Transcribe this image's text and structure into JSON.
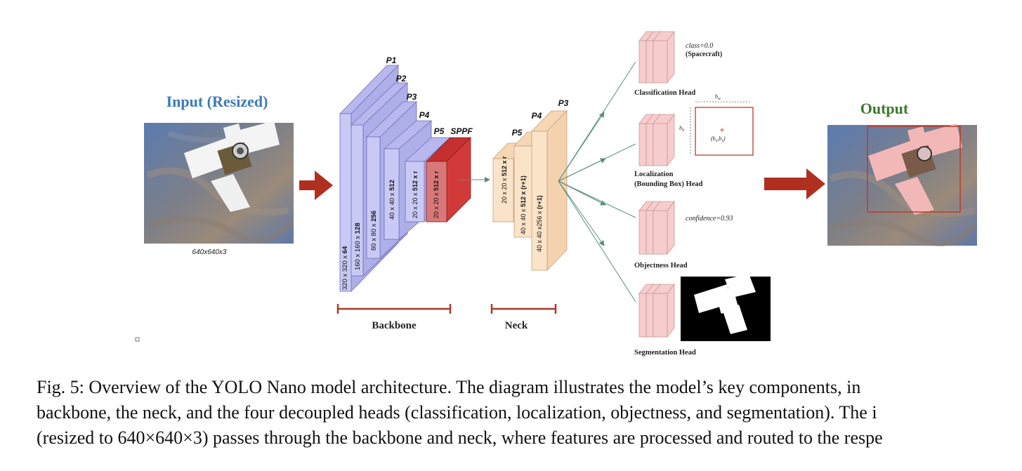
{
  "input": {
    "title": "Input (Resized)",
    "size_label": "640x640x3"
  },
  "output": {
    "title": "Output"
  },
  "colors": {
    "input_title": "#3d7ab8",
    "output_title": "#3b7a2a",
    "arrow": "#b03020",
    "backbone_block": "#c9c9f5",
    "sppf_block": "#d23a3a",
    "neck_block": "#fbe3c8",
    "head_block": "#f6cccc",
    "bracket": "#a83a2a"
  },
  "backbone": {
    "label": "Backbone",
    "layers": [
      {
        "tag": "P1",
        "dims": "320 x 320 x ",
        "ch": "64"
      },
      {
        "tag": "P2",
        "dims": "160 x 160 x ",
        "ch": "128"
      },
      {
        "tag": "P3",
        "dims": "80 x 80 x ",
        "ch": "256"
      },
      {
        "tag": "P4",
        "dims": "40 x 40 x ",
        "ch": "512"
      },
      {
        "tag": "P5",
        "dims": "20 x 20 x ",
        "ch": "512 x r"
      },
      {
        "tag": "SPPF",
        "dims": "20 x 20 x ",
        "ch": "512 x r"
      }
    ]
  },
  "neck": {
    "label": "Neck",
    "layers": [
      {
        "tag": "P5",
        "dims": "20 x 20 x ",
        "ch": "512 x r"
      },
      {
        "tag": "P4",
        "dims": "40 x 40 x ",
        "ch": "512 x (r+1)"
      },
      {
        "tag": "P3",
        "dims": "40 x 40 x256 x ",
        "ch": "(r+1)"
      }
    ]
  },
  "heads": {
    "classification": {
      "label": "Classification Head",
      "value": "class=0.0",
      "sub": "(Spacecraft)"
    },
    "localization": {
      "label_line1": "Localization",
      "label_line2": "(Bounding Box) Head",
      "bw": "b",
      "bw_sub": "w",
      "bh": "b",
      "bh_sub": "h",
      "center": "(b",
      "center_x": "x",
      "center_mid": ",b",
      "center_y": "y",
      "center_end": ")"
    },
    "objectness": {
      "label": "Objectness Head",
      "value": "confidence=0.93"
    },
    "segmentation": {
      "label": "Segmentation Head"
    }
  },
  "caption": {
    "line1": "Fig. 5: Overview of the YOLO Nano model architecture. The diagram illustrates the model’s key components, in",
    "line2": "backbone, the neck, and the four decoupled heads (classification, localization, objectness, and segmentation). The i",
    "line3": "(resized to 640×640×3) passes through the backbone and neck, where features are processed and routed to the respe"
  }
}
